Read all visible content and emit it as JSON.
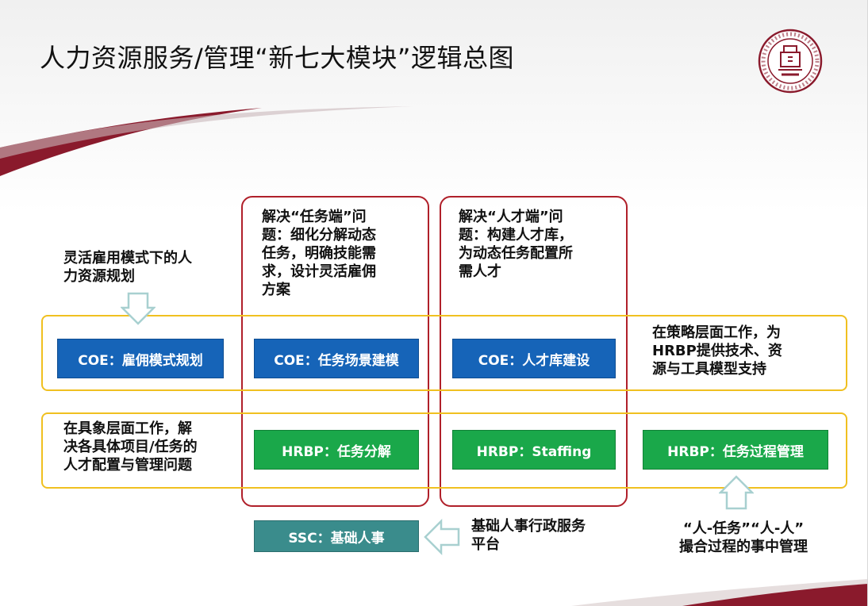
{
  "title": "人力资源服务/管理“新七大模块”逻辑总图",
  "colors": {
    "coe": "#1664b8",
    "hrbp": "#1aa84a",
    "ssc": "#3a8c8c",
    "column_border": "#b0202a",
    "band_border": "#f0c020",
    "arrow": "#a8d0d0",
    "accent": "#8a1a2c"
  },
  "logo": {
    "icon": "university-seal-icon"
  },
  "texts": {
    "planning_note": [
      "灵活雇用模式下的人",
      "力资源规划"
    ],
    "task_end_note": [
      "解决“任务端”问",
      "题：细化分解动态",
      "任务，明确技能需",
      "求，设计灵活雇佣",
      "方案"
    ],
    "talent_end_note": [
      "解决“人才端”问",
      "题：构建人才库，",
      "为动态任务配置所",
      "需人才"
    ],
    "coe_note": [
      "在策略层面工作，为",
      "HRBP提供技术、资",
      "源与工具模型支持"
    ],
    "hrbp_note": [
      "在具象层面工作，解",
      "决各具体项目/任务的",
      "人才配置与管理问题"
    ],
    "ssc_note": [
      "基础人事行政服务",
      "平台"
    ],
    "process_note": [
      "“人-任务”“人-人”",
      "撮合过程的事中管理"
    ]
  },
  "boxes": {
    "coe_1": "COE：雇佣模式规划",
    "coe_2": "COE：任务场景建模",
    "coe_3": "COE：人才库建设",
    "hrbp_1": "HRBP：任务分解",
    "hrbp_2": "HRBP：Staffing",
    "hrbp_3": "HRBP：任务过程管理",
    "ssc_1": "SSC：基础人事"
  }
}
